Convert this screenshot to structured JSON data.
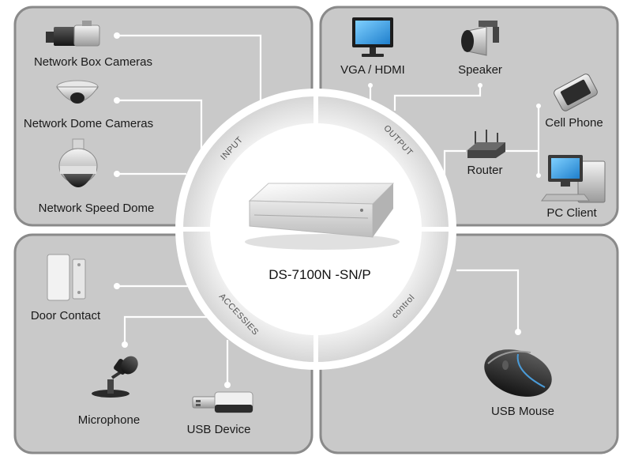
{
  "center": {
    "device_model": "DS-7100N -SN/P"
  },
  "segments": {
    "input": "INPUT",
    "output": "OUTPUT",
    "accessories": "ACCESSIES",
    "control": "control"
  },
  "devices": {
    "network_box_cameras": "Network Box Cameras",
    "network_dome_cameras": "Network Dome Cameras",
    "network_speed_dome": "Network Speed Dome",
    "vga_hdmi": "VGA / HDMI",
    "speaker": "Speaker",
    "cell_phone": "Cell Phone",
    "router": "Router",
    "pc_client": "PC Client",
    "door_contact": "Door Contact",
    "microphone": "Microphone",
    "usb_device": "USB Device",
    "usb_mouse": "USB Mouse"
  },
  "colors": {
    "panel_fill": "#c9c9c9",
    "panel_border": "#8a8a8a",
    "ring": "#e6e6e6",
    "center": "#ffffff",
    "connector": "#ffffff"
  }
}
